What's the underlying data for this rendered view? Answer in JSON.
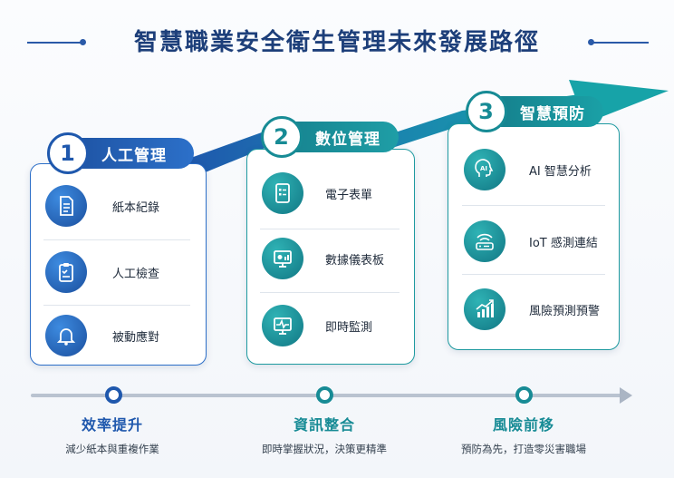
{
  "title": "智慧職業安全衛生管理未來發展路徑",
  "colors": {
    "blue": "#1f58ad",
    "teal": "#178b95",
    "title": "#1d3f7a"
  },
  "stages": [
    {
      "number": "1",
      "label": "人工管理",
      "items": [
        {
          "icon": "document-icon",
          "label": "紙本紀錄"
        },
        {
          "icon": "clipboard-checklist-icon",
          "label": "人工檢查"
        },
        {
          "icon": "bell-icon",
          "label": "被動應對"
        }
      ]
    },
    {
      "number": "2",
      "label": "數位管理",
      "items": [
        {
          "icon": "tablet-form-icon",
          "label": "電子表單"
        },
        {
          "icon": "monitor-dashboard-icon",
          "label": "數據儀表板"
        },
        {
          "icon": "monitor-pulse-icon",
          "label": "即時監測"
        }
      ]
    },
    {
      "number": "3",
      "label": "智慧預防",
      "items": [
        {
          "icon": "ai-head-icon",
          "label": "AI 智慧分析"
        },
        {
          "icon": "wifi-router-icon",
          "label": "IoT 感測連結"
        },
        {
          "icon": "bar-chart-up-icon",
          "label": "風險預測預警"
        }
      ]
    }
  ],
  "outcomes": [
    {
      "title": "效率提升",
      "desc": "減少紙本與重複作業"
    },
    {
      "title": "資訊整合",
      "desc": "即時掌握狀況，決策更精準"
    },
    {
      "title": "風險前移",
      "desc": "預防為先，打造零災害職場"
    }
  ]
}
